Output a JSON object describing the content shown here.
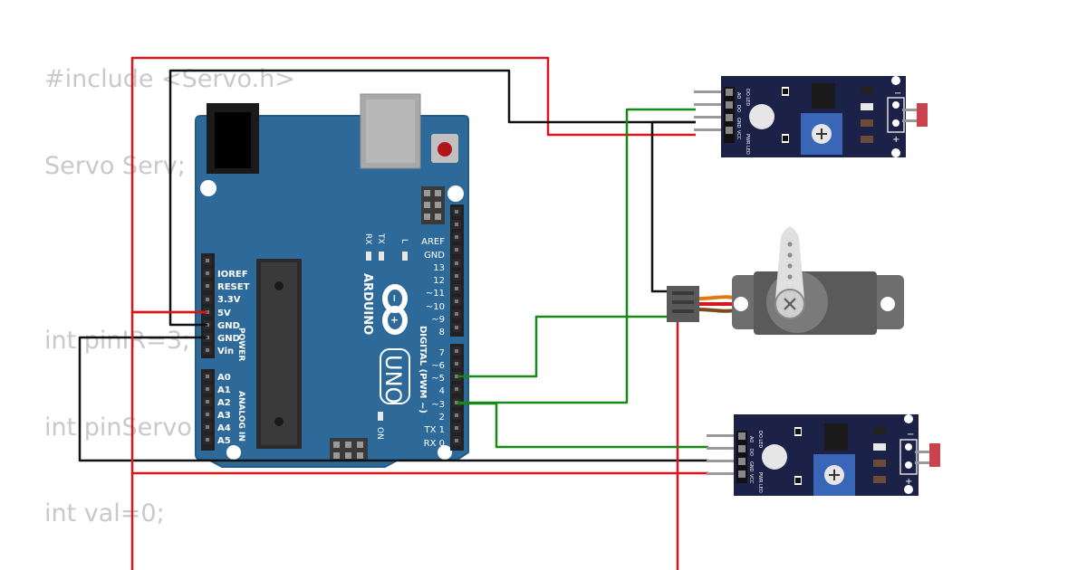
{
  "code_lines": [
    "#include <Servo.h>",
    "Servo Serv;",
    "int pinIR=3;",
    "int pinServo=5;",
    "int val=0;"
  ],
  "arduino": {
    "brand": "ARDUINO",
    "model": "UNO",
    "power_label": "POWER",
    "analog_label": "ANALOG IN",
    "digital_label": "DIGITAL (PWM ~)",
    "on_label": "ON",
    "l_label": "L",
    "tx_led": "TX",
    "rx_led": "RX",
    "power_pins": [
      "IOREF",
      "RESET",
      "3.3V",
      "5V",
      "GND",
      "GND",
      "Vin"
    ],
    "analog_pins": [
      "A0",
      "A1",
      "A2",
      "A3",
      "A4",
      "A5"
    ],
    "digital_top": [
      "AREF",
      "GND",
      "13",
      "12",
      "~11",
      "~10",
      "~9",
      "8"
    ],
    "digital_bottom": [
      "7",
      "~6",
      "~5",
      "4",
      "~3",
      "2",
      "TX 1",
      "RX 0"
    ]
  },
  "sensor_labels": {
    "pins": [
      "AO",
      "DO",
      "GND",
      "VCC"
    ],
    "led_top": "DO LED",
    "led_bottom": "PWR LED",
    "minus": "−",
    "plus": "+"
  },
  "colors": {
    "board": "#2d6a9a",
    "sensor": "#1c2148",
    "wire_red": "#d9161b",
    "wire_black": "#111111",
    "wire_green": "#178a16",
    "code_text": "#c9c9c9"
  }
}
